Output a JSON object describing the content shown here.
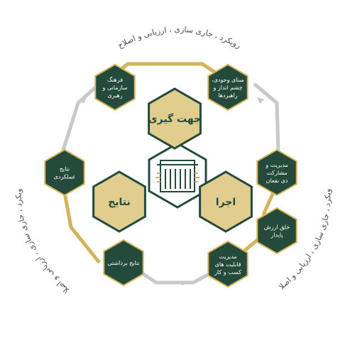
{
  "colors": {
    "dark_green": "#234a3b",
    "gold": "#d4b35c",
    "gold_fill": "#e1cd8e",
    "connector_gold": "#d2b55b",
    "connector_gray": "#c9c9c9",
    "label_gray": "#4d4d4d"
  },
  "arc_labels": {
    "top": "رویکرد ، جاری سازی ، ارزیابی و اصلاح",
    "left": "رویکرد ، جاری سازی ، ارزیابی و اصلاح",
    "right": "رویکرد ، جاری سازی ، ارزیابی و اصلاح"
  },
  "center": {
    "icon": "building-logo-icon"
  },
  "hexagons": {
    "jahat": {
      "lines": [
        "جهت گیری"
      ]
    },
    "ejra": {
      "lines": [
        "اجرا"
      ]
    },
    "nataiej": {
      "lines": [
        "نتایج"
      ]
    },
    "farhang": {
      "lines": [
        "فرهنگ",
        "سازمانی و",
        "رهبری"
      ]
    },
    "mabani": {
      "lines": [
        "مبنای وجودی،",
        "چشم انداز و",
        "راهبردها"
      ]
    },
    "mosharekat": {
      "lines": [
        "مدیریت و",
        "مشارکت",
        "ذی نفعان"
      ]
    },
    "khalgh": {
      "lines": [
        "خلق ارزش",
        "پایدار"
      ]
    },
    "qabeliat": {
      "lines": [
        "مدیریت",
        "قابلیت های",
        "کسب و کار"
      ]
    },
    "bardashti": {
      "lines": [
        "نتایج برداشتی"
      ]
    },
    "amalkardi": {
      "lines": [
        "نتایج",
        "عملکردی"
      ]
    }
  }
}
